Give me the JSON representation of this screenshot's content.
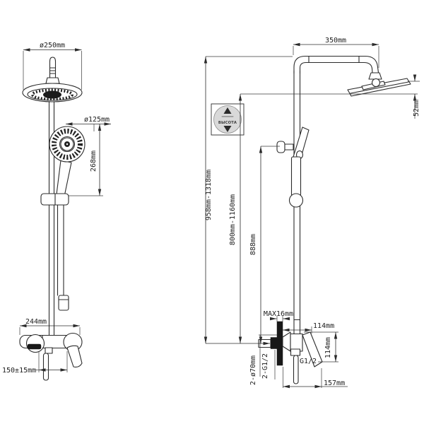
{
  "front_view": {
    "head_diameter": "ø250mm",
    "hand_shower_diameter": "ø125mm",
    "hand_shower_length": "268mm",
    "mixer_width": "244mm",
    "supply_spacing": "150±15mm"
  },
  "side_view": {
    "arm_length": "350mm",
    "head_depth": "52mm",
    "overall_height": "958mm-1318mm",
    "head_height": "800mm-1160mm",
    "holder_height": "888mm",
    "max_wall_thickness": "MAX16mm",
    "valve_depth": "114mm",
    "handle_drop": "114mm",
    "outlet_thread": "G1/2",
    "inlet_threads": "2-G1/2",
    "inlet_plates": "2-ø70mm",
    "handle_reach": "157mm"
  },
  "badge": {
    "label": "ВЫСОТА"
  },
  "colors": {
    "line": "#2b2b2b",
    "background": "#ffffff"
  }
}
